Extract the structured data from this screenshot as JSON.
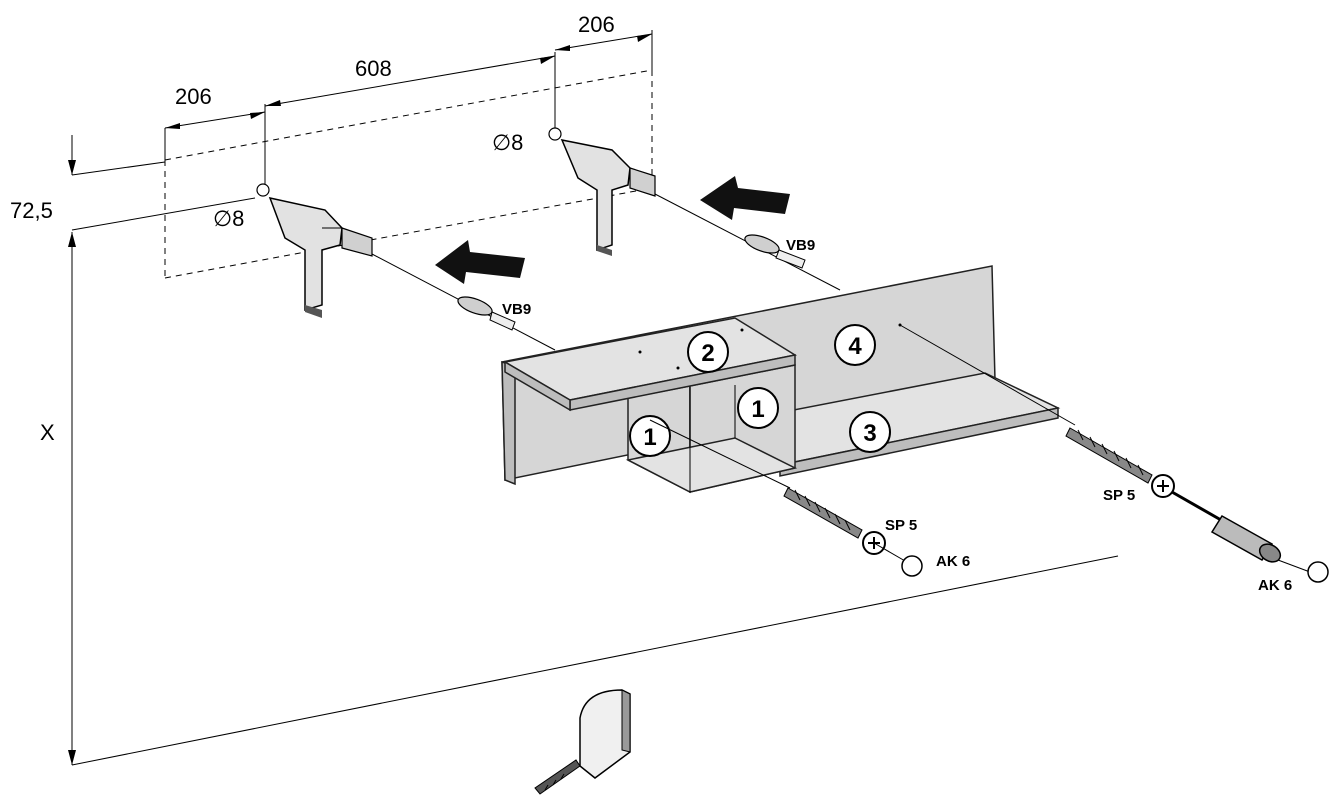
{
  "dimensions": {
    "dim_206_left": "206",
    "dim_608": "608",
    "dim_206_right": "206",
    "dim_72_5": "72,5",
    "dim_x": "X",
    "drill_left": "∅8",
    "drill_right": "∅8"
  },
  "hardware": {
    "dowel_left": "VB9",
    "dowel_right": "VB9",
    "screw_left": "SP 5",
    "screw_right": "SP 5",
    "cap_left": "AK 6",
    "cap_right": "AK 6"
  },
  "parts": {
    "p1a": "1",
    "p1b": "1",
    "p2": "2",
    "p3": "3",
    "p4": "4"
  },
  "icons": [
    "drill-icon",
    "arrow-icon",
    "tape-measure-icon",
    "screwdriver-icon",
    "screw-icon",
    "dowel-icon"
  ]
}
